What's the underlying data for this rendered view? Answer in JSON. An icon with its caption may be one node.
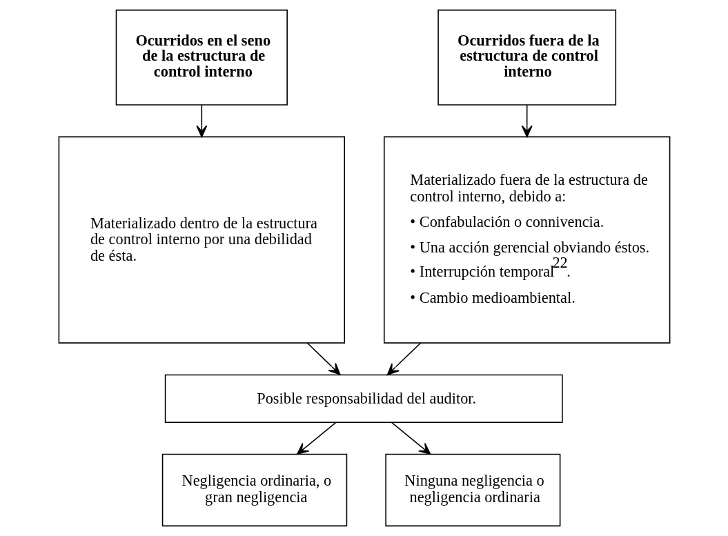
{
  "diagram": {
    "nodes": [
      {
        "text": [
          "Ocurridos en el seno de la estructura de control interno"
        ]
      },
      {
        "text": [
          "Ocurridos fuera de la estructura de control interno"
        ]
      },
      {
        "text": [
          "Materializado dentro de la estructura de control interno por una debilidad de ésta."
        ]
      },
      {
        "text": [
          "Materializado fuera de la estructura de control interno, debido a:",
          "• Confabulación o connivencia.",
          "• Una acción gerencial obviando éstos.",
          "• Interrupción temporal$^{22}$.",
          "• Cambio medioambiental."
        ]
      },
      {
        "text": [
          "Posible responsabilidad del auditor."
        ]
      },
      {
        "text": [
          "Negligencia ordinaria, o gran negligencia"
        ]
      },
      {
        "text": [
          "Ninguna negligencia o negligencia ordinaria"
        ]
      }
    ],
    "edges": [
      {
        "from": 0,
        "to": 2,
        "arrow": "to"
      },
      {
        "from": 1,
        "to": 3,
        "arrow": "to"
      },
      {
        "from": 2,
        "to": 4,
        "arrow": "to"
      },
      {
        "from": 3,
        "to": 4,
        "arrow": "to"
      },
      {
        "from": 4,
        "to": 5,
        "arrow": "to"
      },
      {
        "from": 4,
        "to": 6,
        "arrow": "to"
      }
    ]
  }
}
